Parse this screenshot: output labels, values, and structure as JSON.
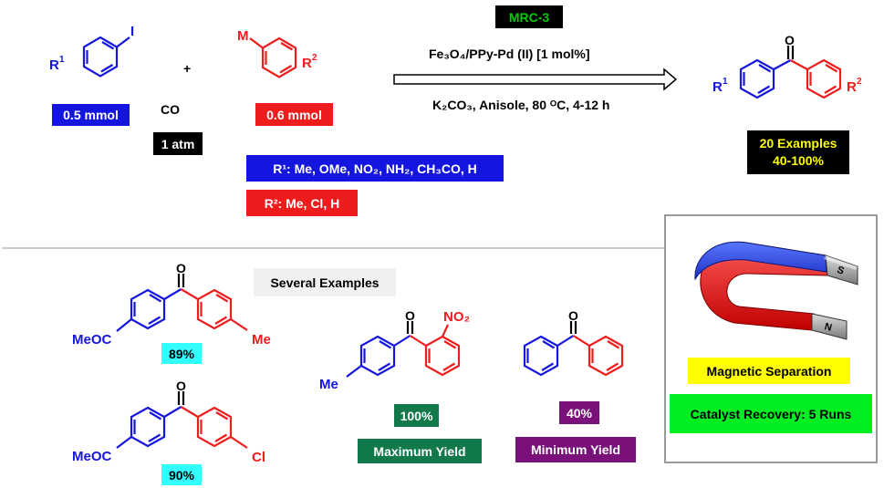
{
  "colors": {
    "blue": "#1515e0",
    "red": "#ee1c1c",
    "black": "#000000",
    "green": "#00cc00",
    "cyan": "#33ffff",
    "teal": "#127a4a",
    "purple": "#7a117a",
    "yellow": "#ffff00",
    "gray": "#f0f0f0"
  },
  "reaction": {
    "title_box": "MRC-3",
    "catalyst_line": "Fe₃O₄/PPy-Pd (II)  [1 mol%]",
    "conditions_line": "K₂CO₃, Anisole, 80 ᴼC, 4-12 h",
    "reactant1_amount": "0.5 mmol",
    "co_label": "CO",
    "co_pressure": "1 atm",
    "plus": "+",
    "reactant2_amount": "0.6 mmol",
    "r1_substituents": "R¹: Me, OMe, NO₂, NH₂, CH₃CO, H",
    "r2_substituents": "R²: Me, Cl, H",
    "examples_count": "20 Examples",
    "yield_range": "40-100%"
  },
  "atoms": {
    "iodine": "I",
    "metal": "M",
    "r1": "R¹",
    "r2": "R²",
    "oxygen": "O"
  },
  "examples": {
    "header": "Several Examples",
    "ex1_left": "MeOC",
    "ex1_right": "Me",
    "ex1_yield": "89%",
    "ex2_left": "MeOC",
    "ex2_right": "Cl",
    "ex2_yield": "90%",
    "ex3_left": "Me",
    "ex3_right": "NO₂",
    "ex3_yield": "100%",
    "ex3_note": "Maximum Yield",
    "ex4_yield": "40%",
    "ex4_note": "Minimum Yield"
  },
  "magnet_panel": {
    "magnet_s": "S",
    "magnet_n": "N",
    "separation_label": "Magnetic Separation",
    "recovery_label": "Catalyst Recovery: 5 Runs"
  }
}
